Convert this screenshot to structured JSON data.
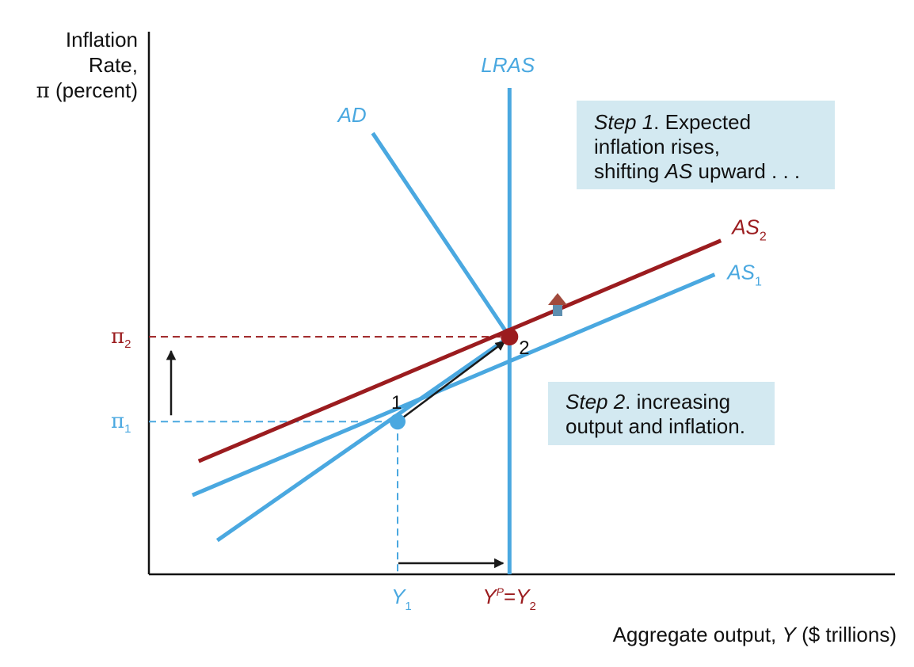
{
  "chart_data": {
    "type": "line",
    "ylabel": {
      "line1": "Inflation",
      "line2": "Rate,",
      "symbol": "π",
      "unit": " (percent)"
    },
    "xlabel": {
      "pre": "Aggregate output, ",
      "var": "Y",
      "post": " ($ trillions)"
    },
    "grid": false,
    "series": [
      {
        "name": "AD",
        "color": "#4aa8e0",
        "points": [
          [
            3.6,
            7.8
          ],
          [
            5.8,
            4.2
          ]
        ]
      },
      {
        "name": "LRAS",
        "color": "#4aa8e0",
        "points": [
          [
            5.8,
            8.6
          ],
          [
            5.8,
            0.0
          ]
        ]
      },
      {
        "name": "AS2",
        "label": "AS",
        "sub": "2",
        "color": "#9b1c1f",
        "points": [
          [
            0.8,
            2.0
          ],
          [
            9.2,
            5.9
          ]
        ]
      },
      {
        "name": "AS1",
        "label": "AS",
        "sub": "1",
        "color": "#4aa8e0",
        "points": [
          [
            0.7,
            1.4
          ],
          [
            9.1,
            5.3
          ]
        ]
      },
      {
        "name": "AD shift",
        "color": "#4aa8e0",
        "points": [
          [
            1.1,
            0.6
          ],
          [
            5.8,
            4.2
          ]
        ]
      }
    ],
    "points": [
      {
        "name": "1",
        "x": 4.0,
        "y": 2.7,
        "color": "#4aa8e0"
      },
      {
        "name": "2",
        "x": 5.8,
        "y": 4.2,
        "color": "#9b1c1f"
      }
    ],
    "ticks": {
      "y": [
        {
          "sym": "π",
          "sub": "2",
          "value": 4.2,
          "color": "#9b1c1f"
        },
        {
          "sym": "π",
          "sub": "1",
          "value": 2.7,
          "color": "#4aa8e0"
        }
      ],
      "x": [
        {
          "main": "Y",
          "sub": "1",
          "value": 4.0,
          "color": "#4aa8e0"
        },
        {
          "main": "Y",
          "sup": "P",
          "mid": "=",
          "main2": "Y",
          "sub": "2",
          "value": 5.8,
          "color": "#9b1c1f"
        }
      ]
    },
    "annotations": {
      "step1": {
        "lines": [
          [
            "Step 1",
            ". Expected"
          ],
          [
            "",
            "inflation rises,"
          ],
          [
            "",
            "shifting "
          ]
        ],
        "it_word": "AS",
        "tail": " upward . . ."
      },
      "step2": {
        "lines": [
          [
            "Step 2",
            ". increasing"
          ],
          [
            "",
            "output and inflation."
          ]
        ]
      }
    },
    "xlim": [
      0,
      12
    ],
    "ylim": [
      0,
      9
    ],
    "colors": {
      "blue": "#4aa8e0",
      "red": "#9b1c1f",
      "arrow": "#1a1a1a",
      "box": "#d3e9f1"
    }
  }
}
